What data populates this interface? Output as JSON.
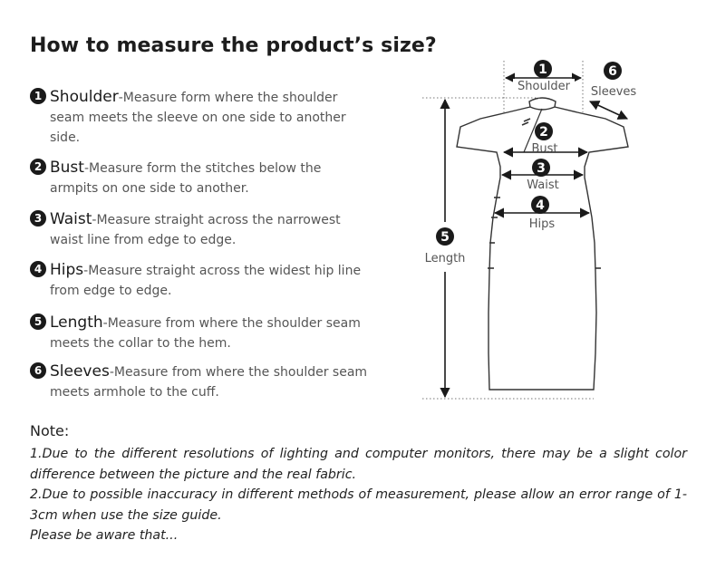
{
  "title": "How to measure the product’s size?",
  "items": [
    {
      "num": "1",
      "term": "Shoulder",
      "desc": "-Measure form where the shoulder seam meets the sleeve on one side to another side."
    },
    {
      "num": "2",
      "term": "Bust",
      "desc": "-Measure form the stitches below the armpits on one side to another."
    },
    {
      "num": "3",
      "term": "Waist",
      "desc": "-Measure straight across the narrowest waist line from edge to edge."
    },
    {
      "num": "4",
      "term": "Hips",
      "desc": "-Measure straight across the widest hip line from edge to edge."
    },
    {
      "num": "5",
      "term": "Length",
      "desc": "-Measure from where the shoulder seam meets the collar to the hem."
    },
    {
      "num": "6",
      "term": "Sleeves",
      "desc": "-Measure from where the shoulder seam meets armhole to the cuff."
    }
  ],
  "diagram": {
    "labels": {
      "shoulder": "Shoulder",
      "sleeves": "Sleeves",
      "bust": "Bust",
      "waist": "Waist",
      "hips": "Hips",
      "length": "Length"
    },
    "nums": {
      "shoulder": "1",
      "bust": "2",
      "waist": "3",
      "hips": "4",
      "length": "5",
      "sleeves": "6"
    }
  },
  "note": {
    "title": "Note:",
    "lines": [
      "1.Due to the different resolutions of lighting and computer monitors, there may be a slight color difference between the picture and the real fabric.",
      "2.Due to possible inaccuracy in different methods of measurement, please allow an error range of 1-3cm when use the size guide.",
      "Please be aware that..."
    ]
  }
}
